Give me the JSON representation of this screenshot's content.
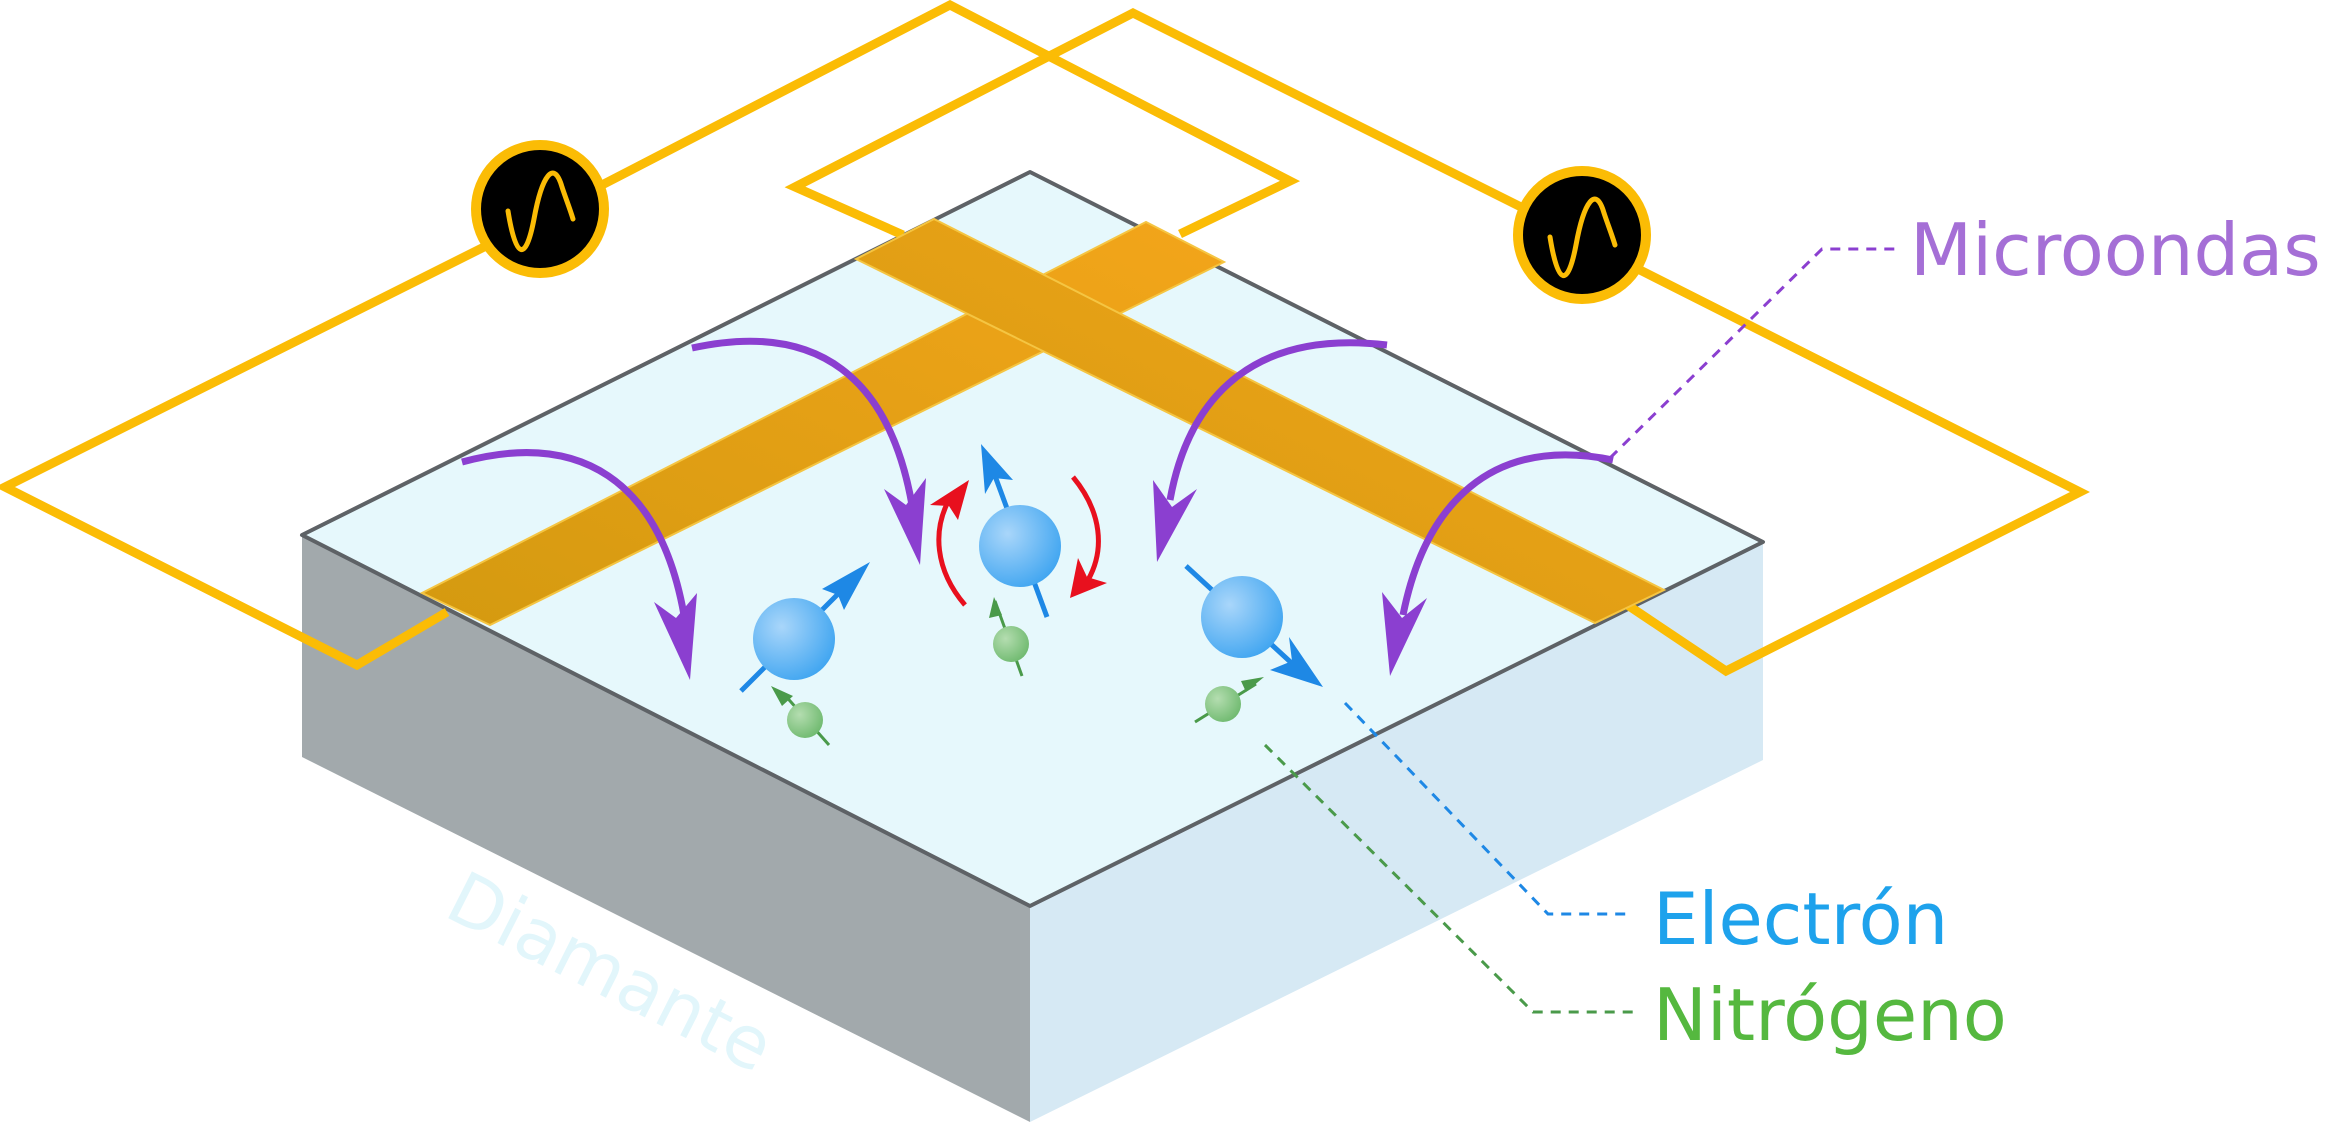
{
  "labels": {
    "microwaves": "Microondas",
    "electron": "Electrón",
    "nitrogen": "Nitrógeno",
    "diamond": "Diamante"
  },
  "colors": {
    "wire": "#FBBC05",
    "strip": "#E8A010",
    "microwave_arrow": "#8B3FD0",
    "electron": "#3BA3F0",
    "electron_arrow": "#1E88E5",
    "nitrogen": "#6CB86C",
    "nitrogen_arrow": "#4A9A4A",
    "rotation_arrow": "#E8101E",
    "diamond_top": "#E6F8FC",
    "diamond_left": "#A2A9AC",
    "diamond_right": "#D6E9F4",
    "microwaves_label": "#A56FD6",
    "electron_label": "#1EA2EC",
    "nitrogen_label": "#55B83F",
    "diamond_label": "#E2F6FB"
  },
  "icons": [
    "ac-source-icon",
    "ac-source-icon"
  ]
}
